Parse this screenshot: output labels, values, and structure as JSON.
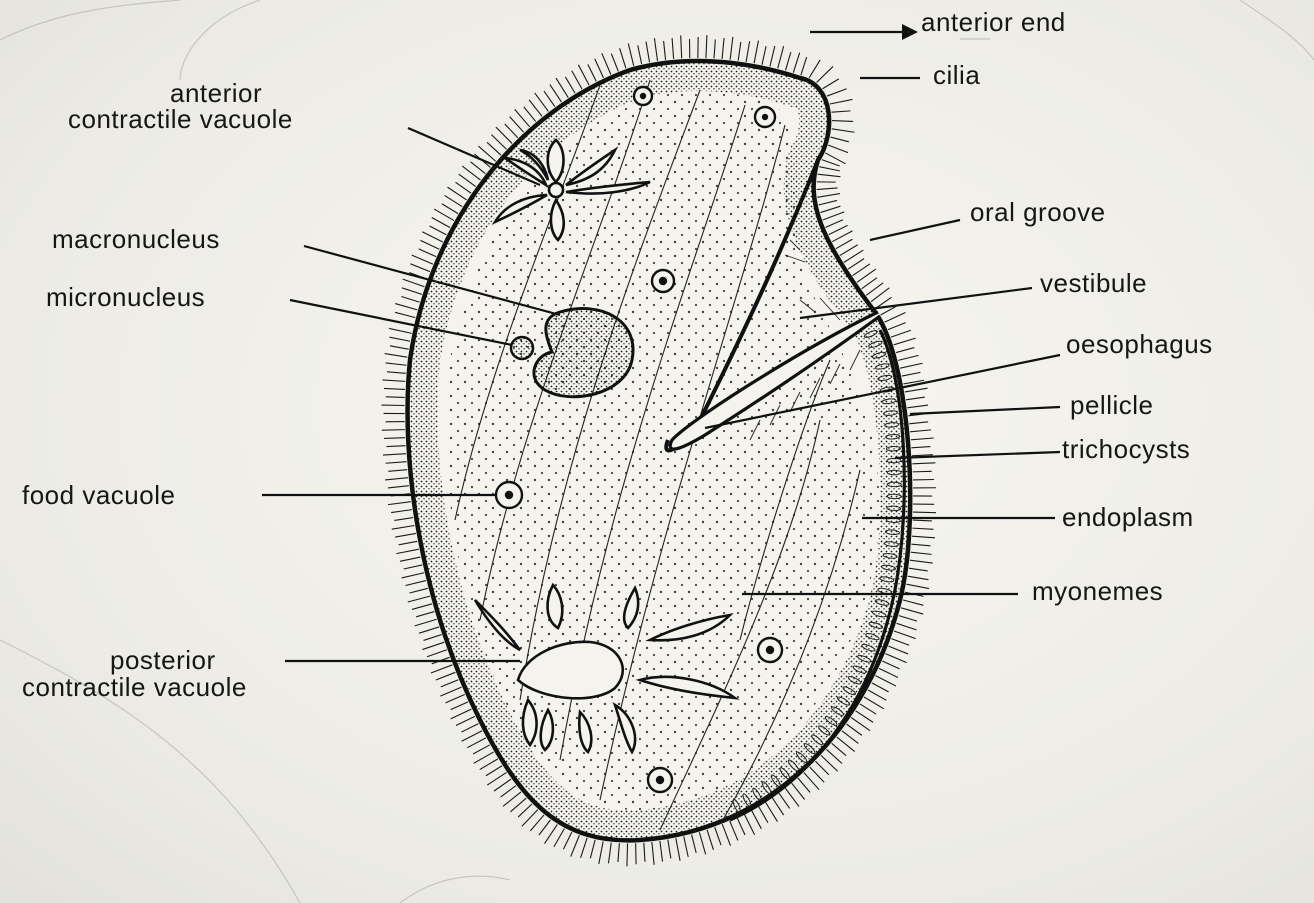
{
  "labels": {
    "anterior_end": "anterior end",
    "cilia": "cilia",
    "anterior_contractile_vacuole_line1": "anterior",
    "anterior_contractile_vacuole_line2": "contractile vacuole",
    "oral_groove": "oral groove",
    "macronucleus": "macronucleus",
    "vestibule": "vestibule",
    "micronucleus": "micronucleus",
    "oesophagus": "oesophagus",
    "pellicle": "pellicle",
    "trichocysts": "trichocysts",
    "food_vacuole": "food vacuole",
    "endoplasm": "endoplasm",
    "myonemes": "myonemes",
    "posterior_contractile_vacuole_line1": "posterior",
    "posterior_contractile_vacuole_line2": "contractile vacuole"
  },
  "colors": {
    "ink": "#161616",
    "paper": "#f2f0ea"
  }
}
